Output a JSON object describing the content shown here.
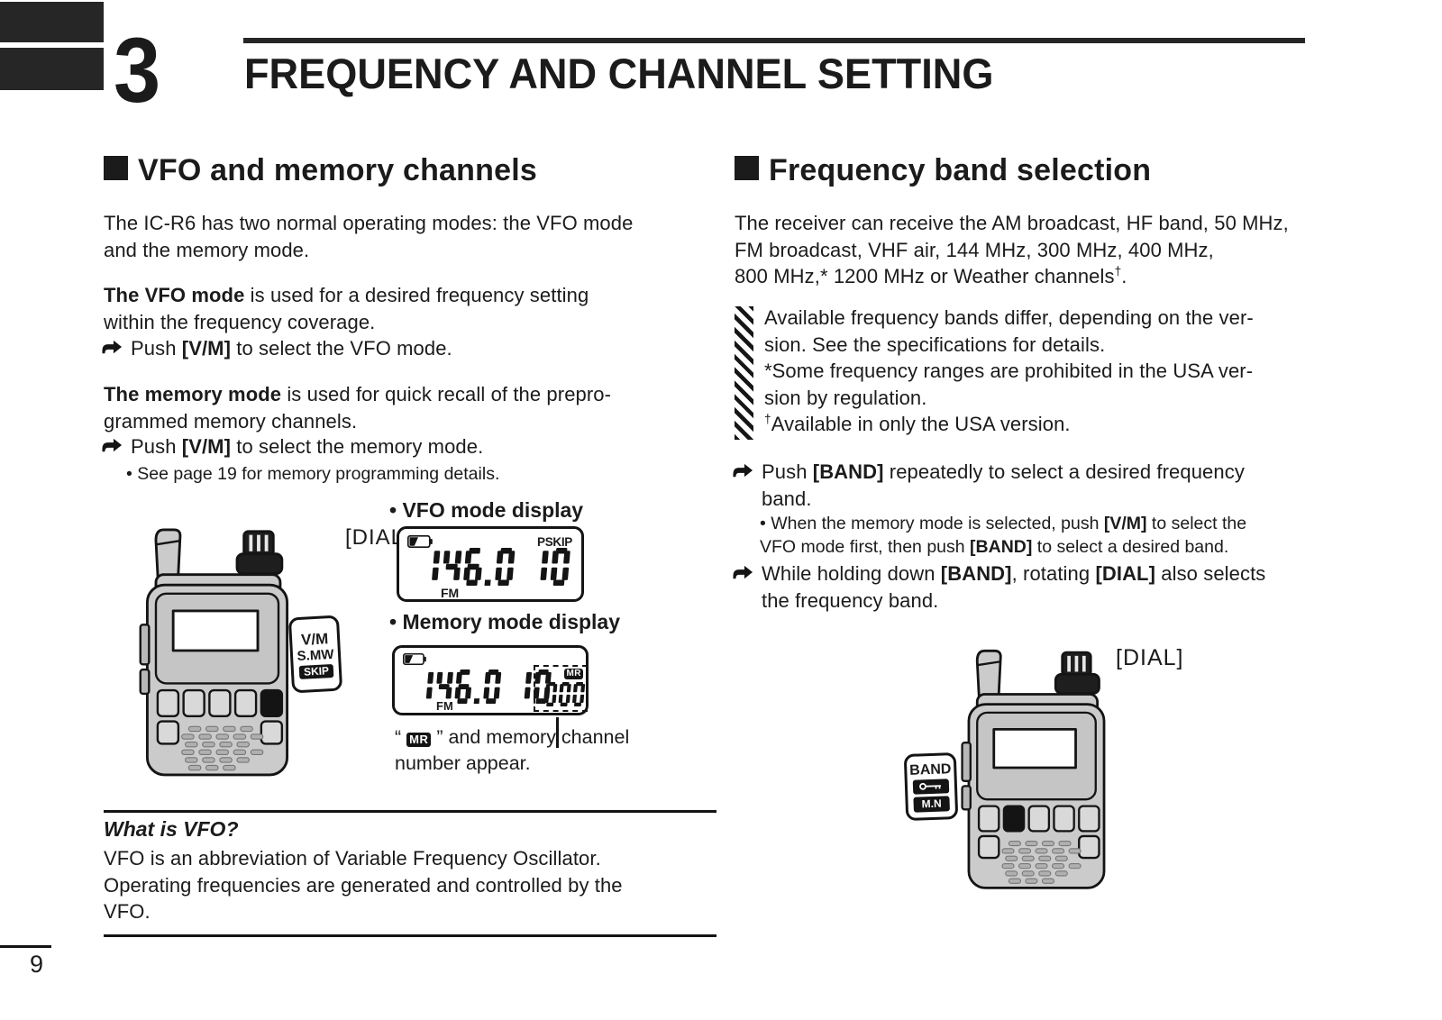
{
  "page": {
    "number": "9"
  },
  "chapter": {
    "number": "3",
    "title": "FREQUENCY AND CHANNEL SETTING"
  },
  "left": {
    "heading": "VFO and memory channels",
    "intro": [
      {
        "t": "The IC-R6 has two normal operating modes: the VFO mode\nand the memory mode."
      }
    ],
    "vfo_para": [
      {
        "t": "The VFO mode",
        "b": true
      },
      {
        "t": " is used for a desired frequency setting\nwithin the frequency coverage."
      }
    ],
    "vfo_step": [
      {
        "t": "Push "
      },
      {
        "t": "[V/M]",
        "b": true
      },
      {
        "t": " to select the VFO mode."
      }
    ],
    "mem_para": [
      {
        "t": "The memory mode",
        "b": true
      },
      {
        "t": " is used for quick recall of the prepro-\ngrammed memory channels."
      }
    ],
    "mem_step": [
      {
        "t": "Push "
      },
      {
        "t": "[V/M]",
        "b": true
      },
      {
        "t": " to select the memory mode."
      }
    ],
    "mem_note": "• See page 19 for memory programming details.",
    "dial_label": "[DIAL]",
    "vm_key": {
      "line1": "V/M",
      "line2": "S.MW",
      "badge": "SKIP"
    },
    "vfo_display": {
      "label": "• VFO mode display",
      "freq": "146.0 10",
      "pskip": "PSKIP",
      "mode": "FM"
    },
    "mem_display": {
      "label": "• Memory mode display",
      "freq": "146.0 10",
      "mode": "FM",
      "mr": "MR",
      "channel": "000"
    },
    "mem_caption": [
      {
        "t": "“ "
      },
      {
        "t": "MR",
        "badge": true
      },
      {
        "t": " ” and memory channel\nnumber appear."
      }
    ],
    "whatis": {
      "title": "What is VFO?",
      "body": "VFO is an abbreviation of Variable Frequency Oscillator.\nOperating frequencies are generated and controlled by the\nVFO."
    }
  },
  "right": {
    "heading": "Frequency band selection",
    "intro": [
      {
        "t": "The receiver can receive the AM broadcast, HF band, 50 MHz,\nFM broadcast, VHF air, 144 MHz, 300 MHz, 400 MHz,\n800 MHz,* 1200 MHz or Weather channels"
      },
      {
        "t": "†",
        "sup": true
      },
      {
        "t": "."
      }
    ],
    "note": [
      {
        "t": "Available frequency bands differ, depending on the ver-\nsion. See the specifications for details.\n*Some frequency ranges are prohibited in the USA ver-\n sion by regulation.\n"
      },
      {
        "t": "†",
        "sup": true
      },
      {
        "t": "Available in only the USA version."
      }
    ],
    "step1": [
      {
        "t": "Push "
      },
      {
        "t": "[BAND]",
        "b": true
      },
      {
        "t": " repeatedly to select a desired frequency\nband."
      }
    ],
    "step1_note": [
      {
        "t": "• When the memory mode is selected, push "
      },
      {
        "t": "[V/M]",
        "b": true
      },
      {
        "t": " to select the\nVFO mode first, then push "
      },
      {
        "t": "[BAND]",
        "b": true
      },
      {
        "t": " to select a desired band."
      }
    ],
    "step2": [
      {
        "t": "While holding down "
      },
      {
        "t": "[BAND]",
        "b": true
      },
      {
        "t": ", rotating "
      },
      {
        "t": "[DIAL]",
        "b": true
      },
      {
        "t": " also selects\nthe frequency band."
      }
    ],
    "dial_label": "[DIAL]",
    "band_key": {
      "label": "BAND",
      "mn": "M.N"
    }
  }
}
